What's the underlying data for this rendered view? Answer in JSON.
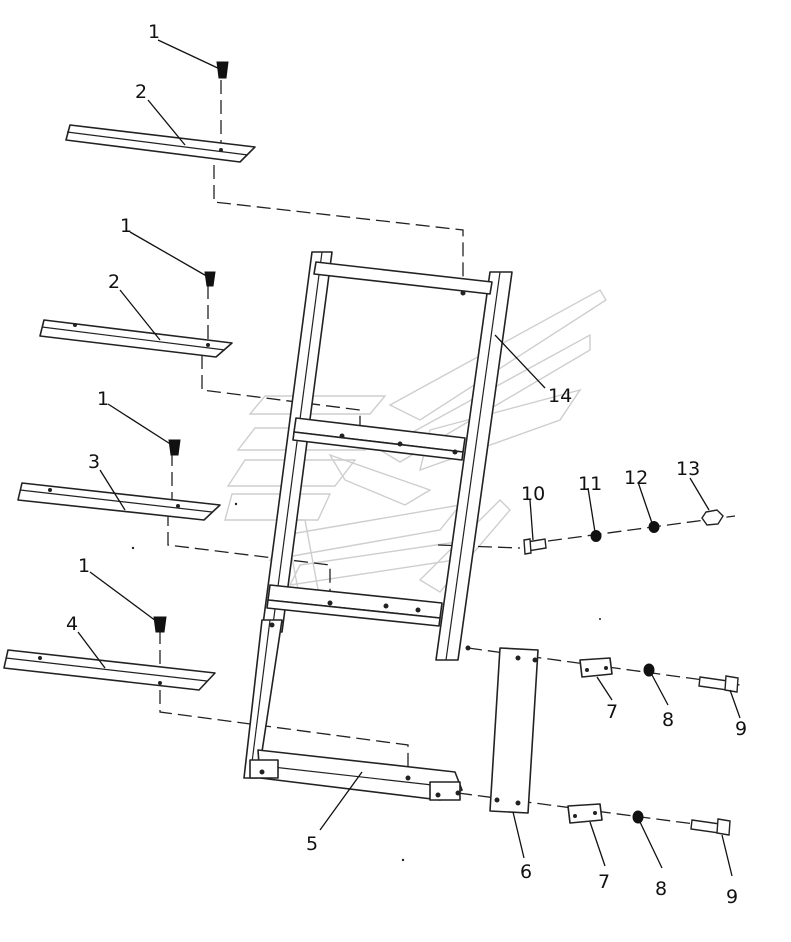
{
  "diagram": {
    "callouts": [
      "1",
      "2",
      "1",
      "2",
      "1",
      "3",
      "1",
      "4",
      "5",
      "6",
      "7",
      "8",
      "9",
      "7",
      "8",
      "9",
      "10",
      "11",
      "12",
      "13",
      "14"
    ],
    "watermark_logo": "stylized brand emblem (faint grey outline)"
  }
}
